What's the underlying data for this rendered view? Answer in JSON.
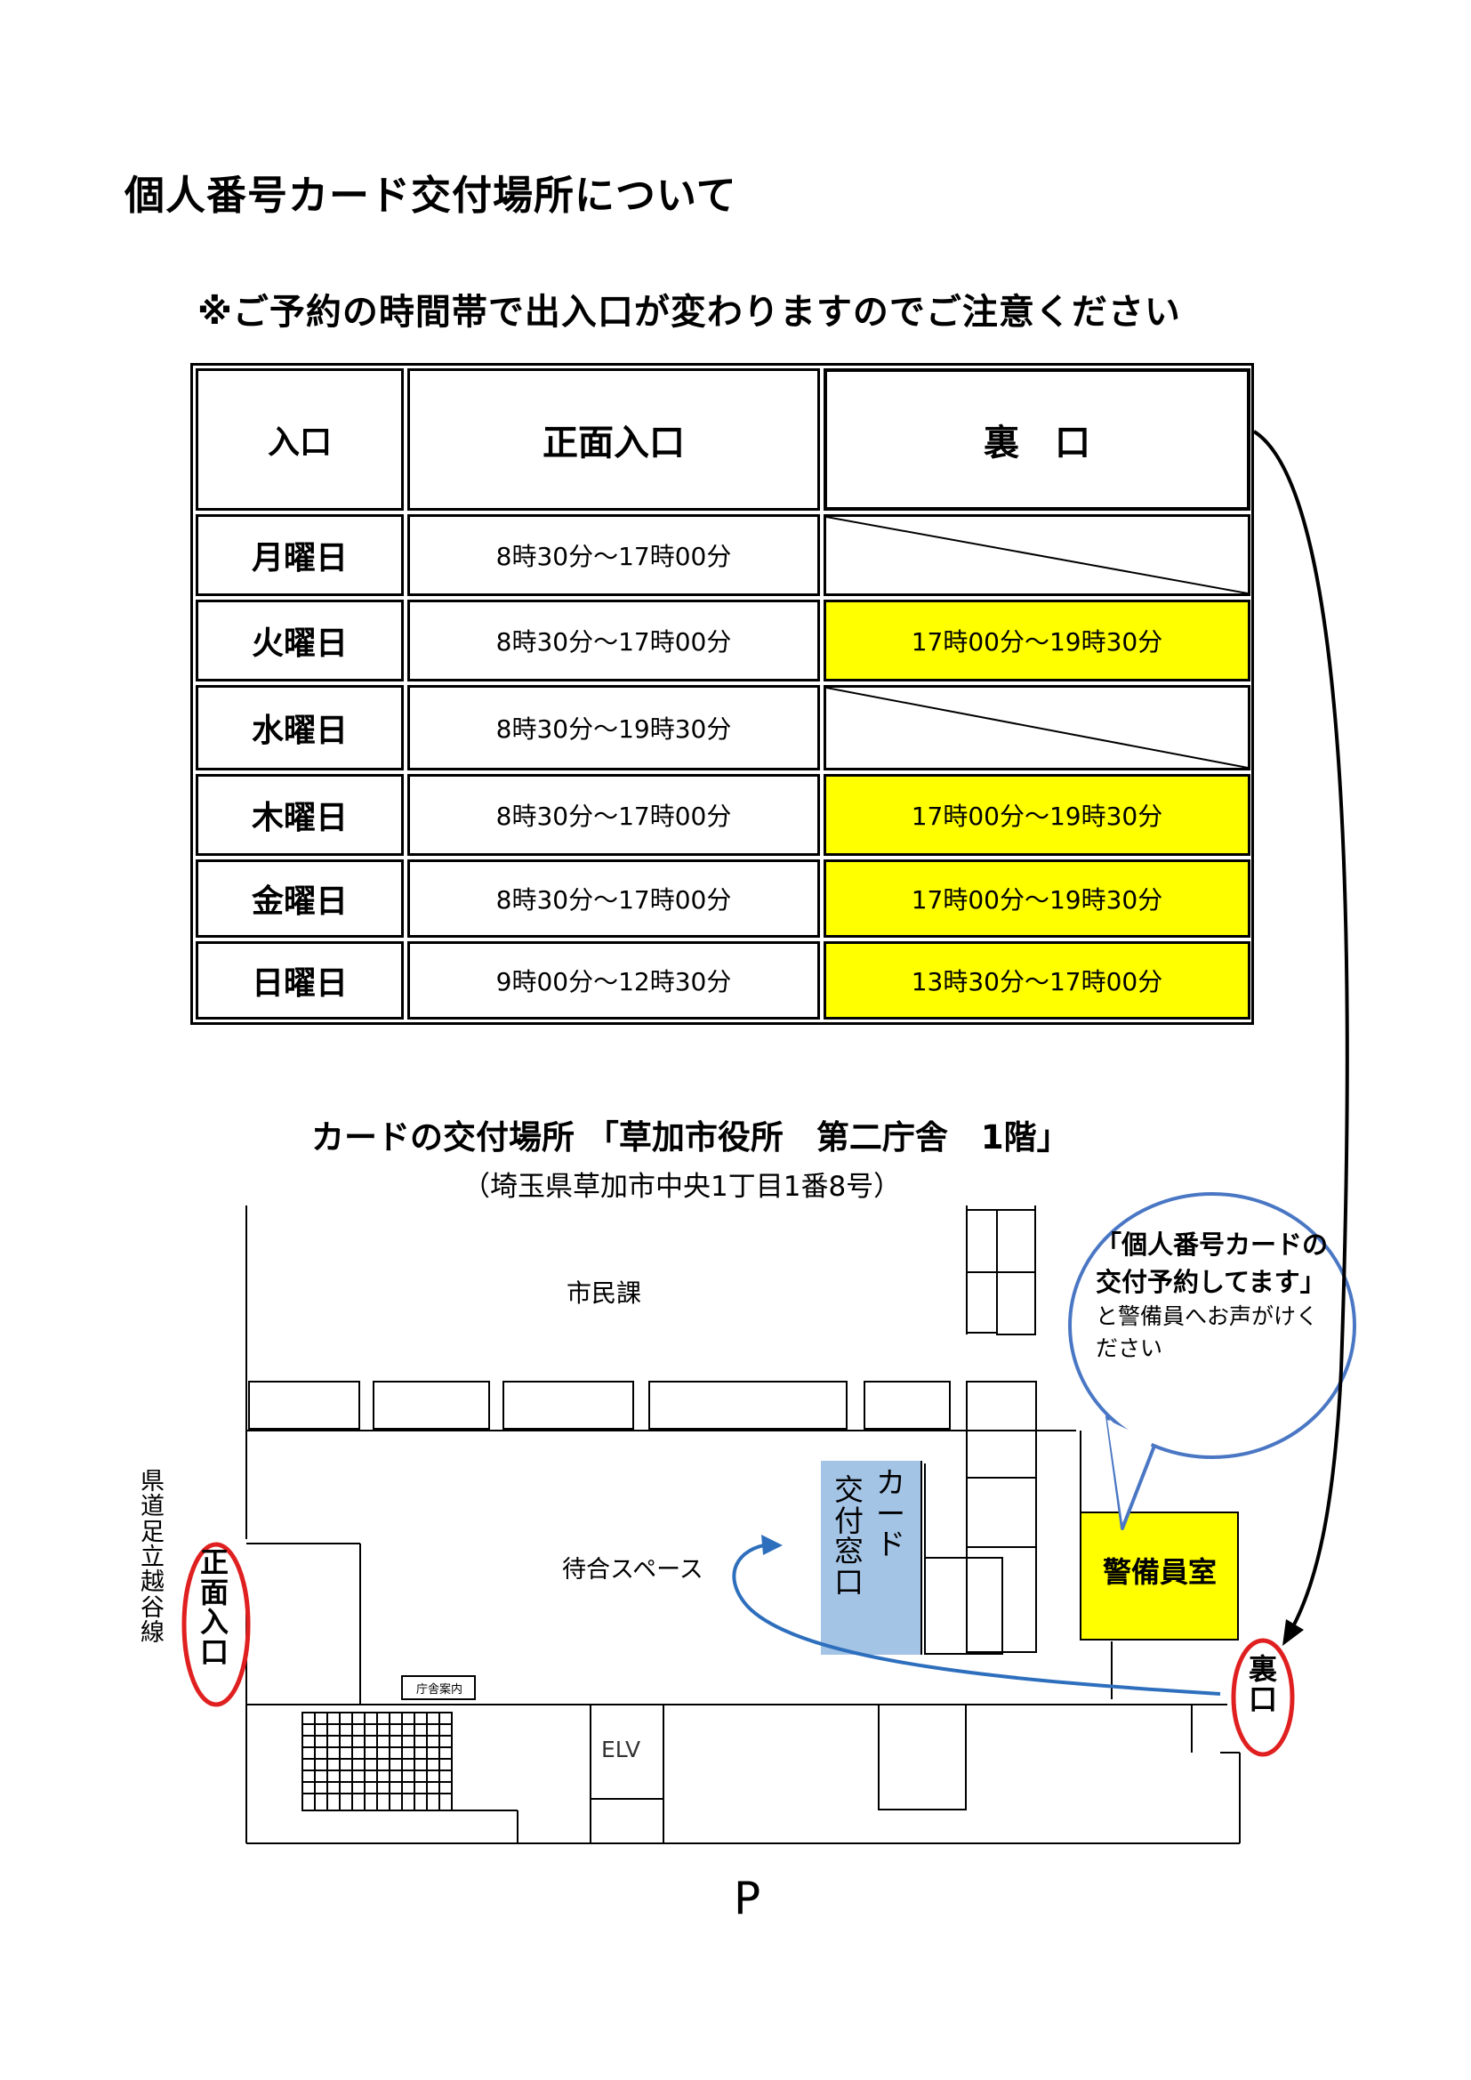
{
  "title": "個人番号カード交付場所について",
  "notice": "※ご予約の時間帯で出入口が変わりますのでご注意ください",
  "table": {
    "header": {
      "entrance": "入口",
      "front": "正面入口",
      "back": "裏　口"
    },
    "rows": [
      {
        "day": "月曜日",
        "front": "8時30分～17時00分",
        "back": ""
      },
      {
        "day": "火曜日",
        "front": "8時30分～17時00分",
        "back": "17時00分～19時30分"
      },
      {
        "day": "水曜日",
        "front": "8時30分～19時30分",
        "back": ""
      },
      {
        "day": "木曜日",
        "front": "8時30分～17時00分",
        "back": "17時00分～19時30分"
      },
      {
        "day": "金曜日",
        "front": "8時30分～17時00分",
        "back": "17時00分～19時30分"
      },
      {
        "day": "日曜日",
        "front": "9時00分～12時30分",
        "back": "13時30分～17時00分"
      }
    ],
    "highlight_color": "#ffff00"
  },
  "map": {
    "title": "カードの交付場所 「草加市役所　第二庁舎　1階」",
    "address": "（埼玉県草加市中央1丁目1番8号）",
    "shimin_ka": "市民課",
    "waiting": "待合スペース",
    "card_window": "カード交付窓口",
    "guard_room": "警備員室",
    "elv": "ELV",
    "info": "庁舎案内",
    "road": "県道足立越谷線",
    "front_entrance": "正面入口",
    "back_entrance": "裏口",
    "parking": "P",
    "bubble_bold": "「個人番号カードの交付予約してます」",
    "bubble_rest": "と警備員へお声がけください",
    "window_color": "#a4c4e6",
    "guard_color": "#ffff00",
    "circle_color": "#e02020",
    "arrow_color": "#2e6fbd"
  }
}
